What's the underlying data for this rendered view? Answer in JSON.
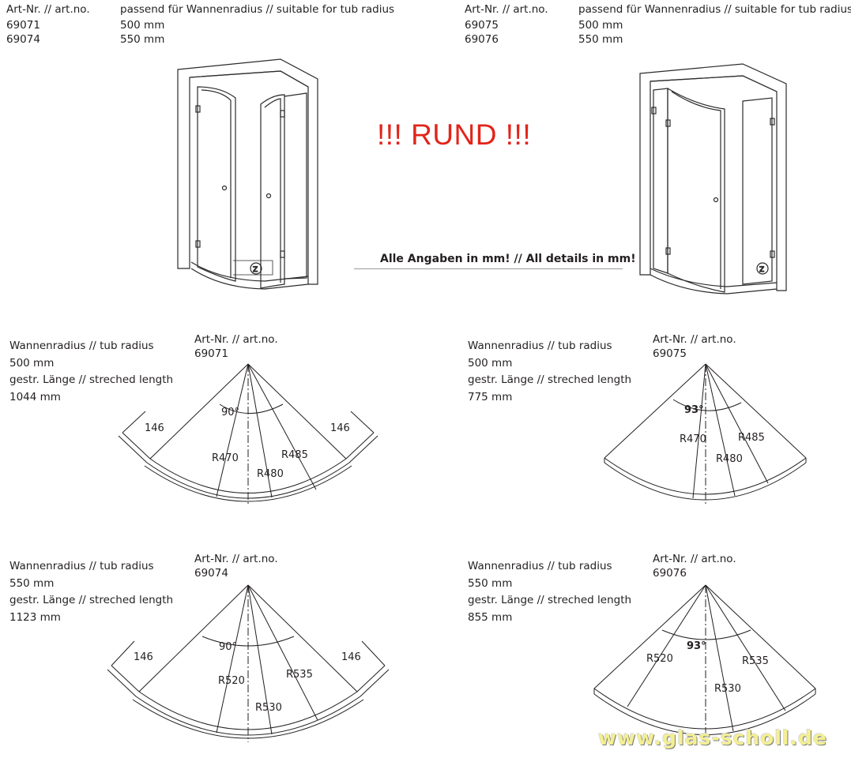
{
  "header_left": {
    "artnr_label": "Art-Nr. // art.no.",
    "radius_label": "passend für Wannenradius // suitable for tub radius",
    "rows": [
      {
        "artno": "69071",
        "radius": "500 mm"
      },
      {
        "artno": "69074",
        "radius": "550 mm"
      }
    ]
  },
  "header_right": {
    "artnr_label": "Art-Nr. // art.no.",
    "radius_label": "passend für Wannenradius // suitable for tub radius",
    "rows": [
      {
        "artno": "69075",
        "radius": "500 mm"
      },
      {
        "artno": "69076",
        "radius": "550 mm"
      }
    ]
  },
  "banner": "!!! RUND !!!",
  "all_details": "Alle Angaben in mm! // All details in mm!",
  "drawing_marks": {
    "z": "Z"
  },
  "diagrams": [
    {
      "tub_label": "Wannenradius // tub radius",
      "tub_value": "500 mm",
      "length_label": "gestr. Länge // streched length",
      "length_value": "1044 mm",
      "artno_label": "Art-Nr. // art.no.",
      "artno": "69071",
      "angle": "90°",
      "r_inner": "R470",
      "r_mid": "R480",
      "r_outer": "R485",
      "side_left": "146",
      "side_right": "146"
    },
    {
      "tub_label": "Wannenradius // tub radius",
      "tub_value": "500 mm",
      "length_label": "gestr. Länge // streched length",
      "length_value": "775 mm",
      "artno_label": "Art-Nr. // art.no.",
      "artno": "69075",
      "angle": "93°",
      "r_inner": "R470",
      "r_mid": "R480",
      "r_outer": "R485"
    },
    {
      "tub_label": "Wannenradius // tub radius",
      "tub_value": "550 mm",
      "length_label": "gestr. Länge // streched length",
      "length_value": "1123 mm",
      "artno_label": "Art-Nr. // art.no.",
      "artno": "69074",
      "angle": "90°",
      "r_inner": "R520",
      "r_mid": "R530",
      "r_outer": "R535",
      "side_left": "146",
      "side_right": "146"
    },
    {
      "tub_label": "Wannenradius // tub radius",
      "tub_value": "550 mm",
      "length_label": "gestr. Länge // streched length",
      "length_value": "855 mm",
      "artno_label": "Art-Nr. // art.no.",
      "artno": "69076",
      "angle": "93°",
      "r_inner": "R520",
      "r_mid": "R530",
      "r_outer": "R535"
    }
  ],
  "watermark": "www.glas-scholl.de"
}
